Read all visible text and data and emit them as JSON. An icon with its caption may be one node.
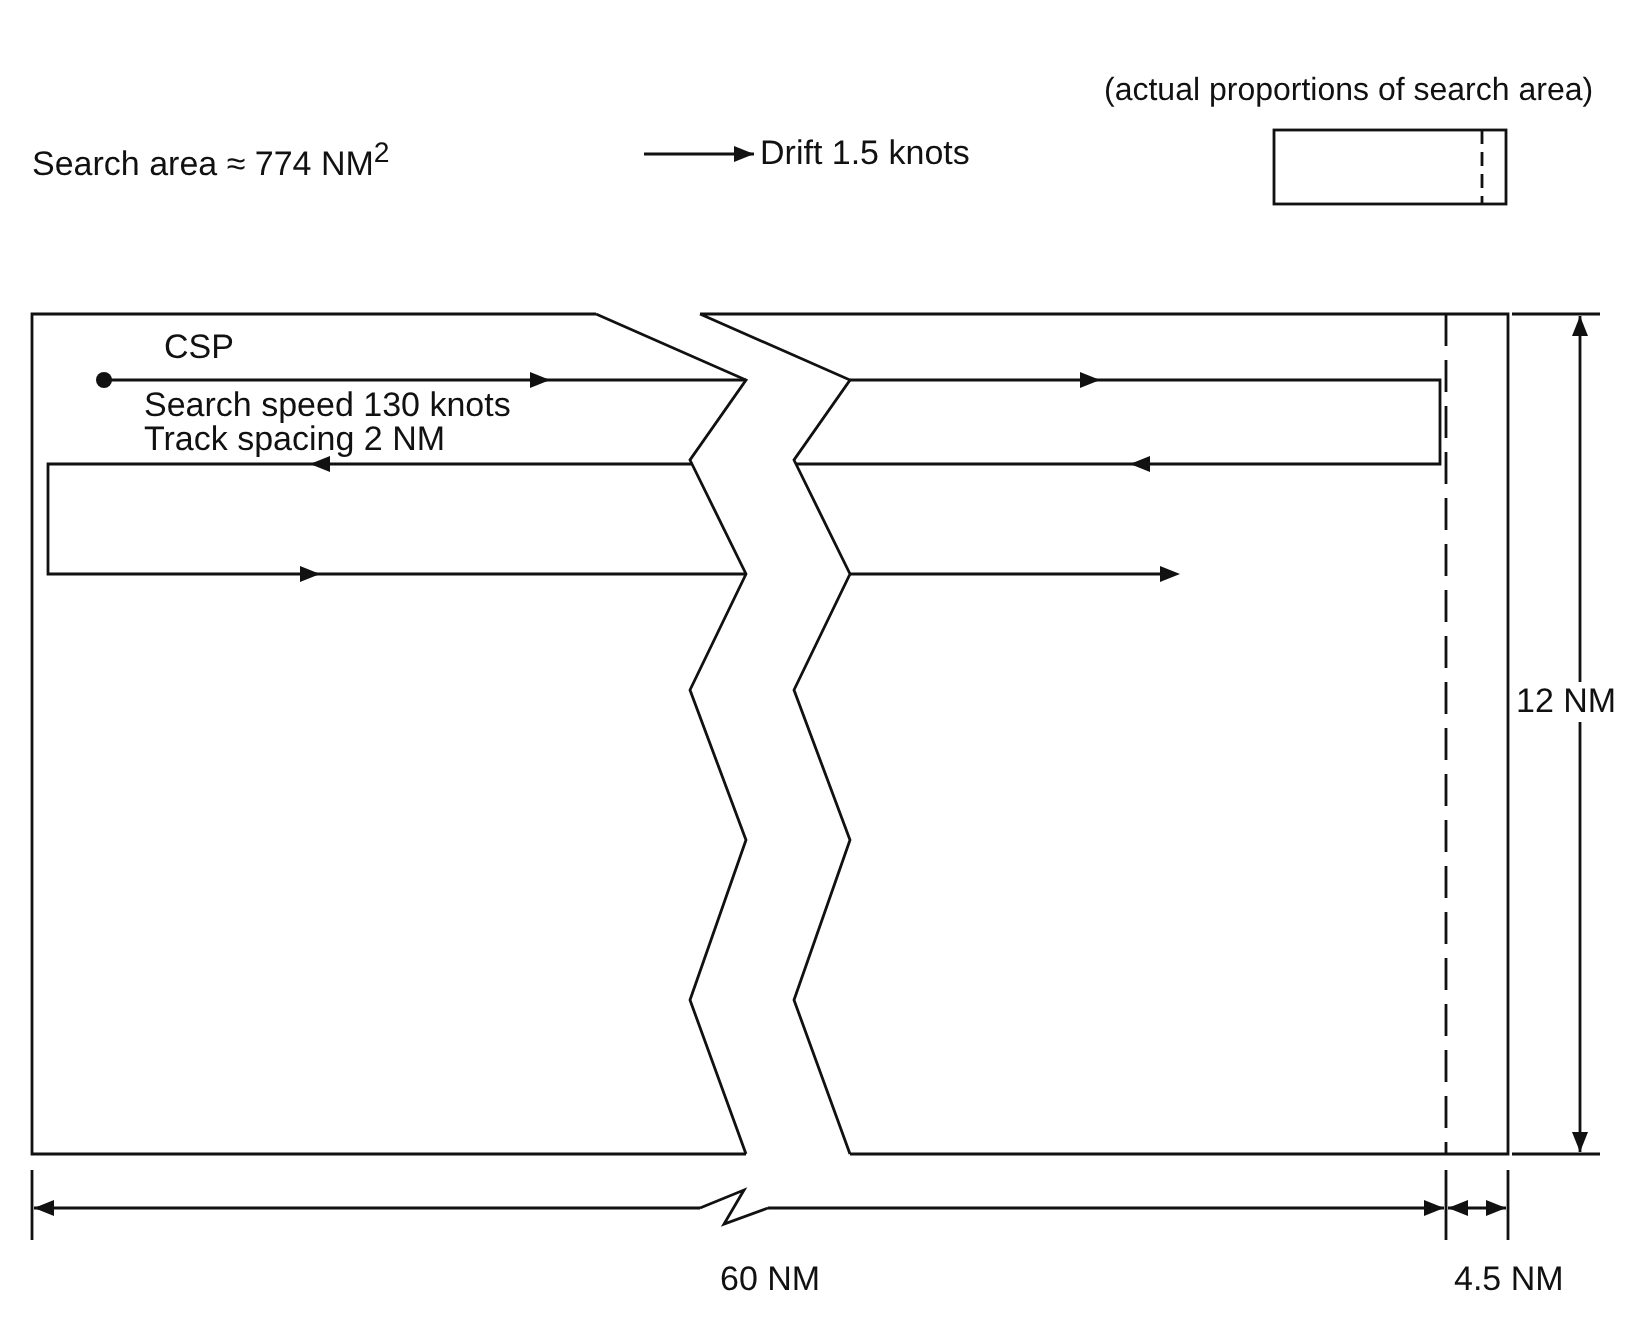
{
  "diagram": {
    "labels": [
      "(actual proportions of search area)",
      "Search area ≈ 774 NM$^{2}$",
      "Drift 1.5 knots",
      "CSP",
      "Search speed 130 knots",
      "Track spacing 2 NM",
      "12 NM",
      "60 NM",
      "4.5 NM"
    ]
  }
}
